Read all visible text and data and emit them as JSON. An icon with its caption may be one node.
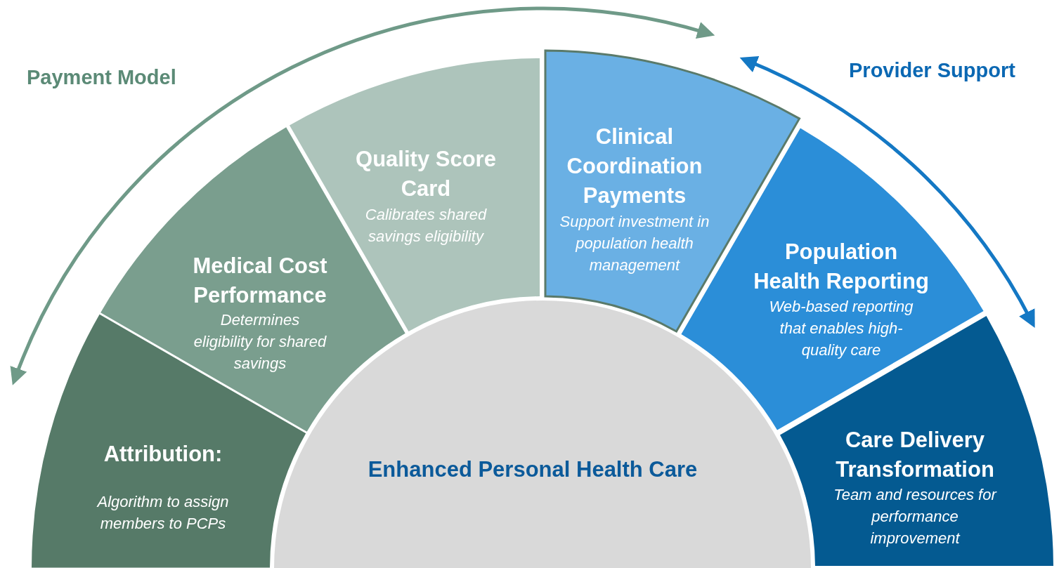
{
  "diagram": {
    "nodes": [
      {
        "text": [
          "Attribution:",
          "Algorithm to assign members to PCPs"
        ]
      },
      {
        "text": [
          "Medical Cost Performance",
          "Determines eligibility for shared savings"
        ]
      },
      {
        "text": [
          "Quality Score Card",
          "Calibrates shared savings eligibility"
        ]
      },
      {
        "text": [
          "Clinical Coordination Payments",
          "Support investment in population health management"
        ]
      },
      {
        "text": [
          "Population Health Reporting",
          "Web-based reporting that enables high-quality care"
        ]
      },
      {
        "text": [
          "Care Delivery Transformation",
          "Team and resources for performance improvement"
        ]
      },
      {
        "text": [
          "Enhanced Personal Health Care"
        ]
      }
    ],
    "edges": [],
    "labels": [
      "Payment Model",
      "Provider Support"
    ]
  }
}
